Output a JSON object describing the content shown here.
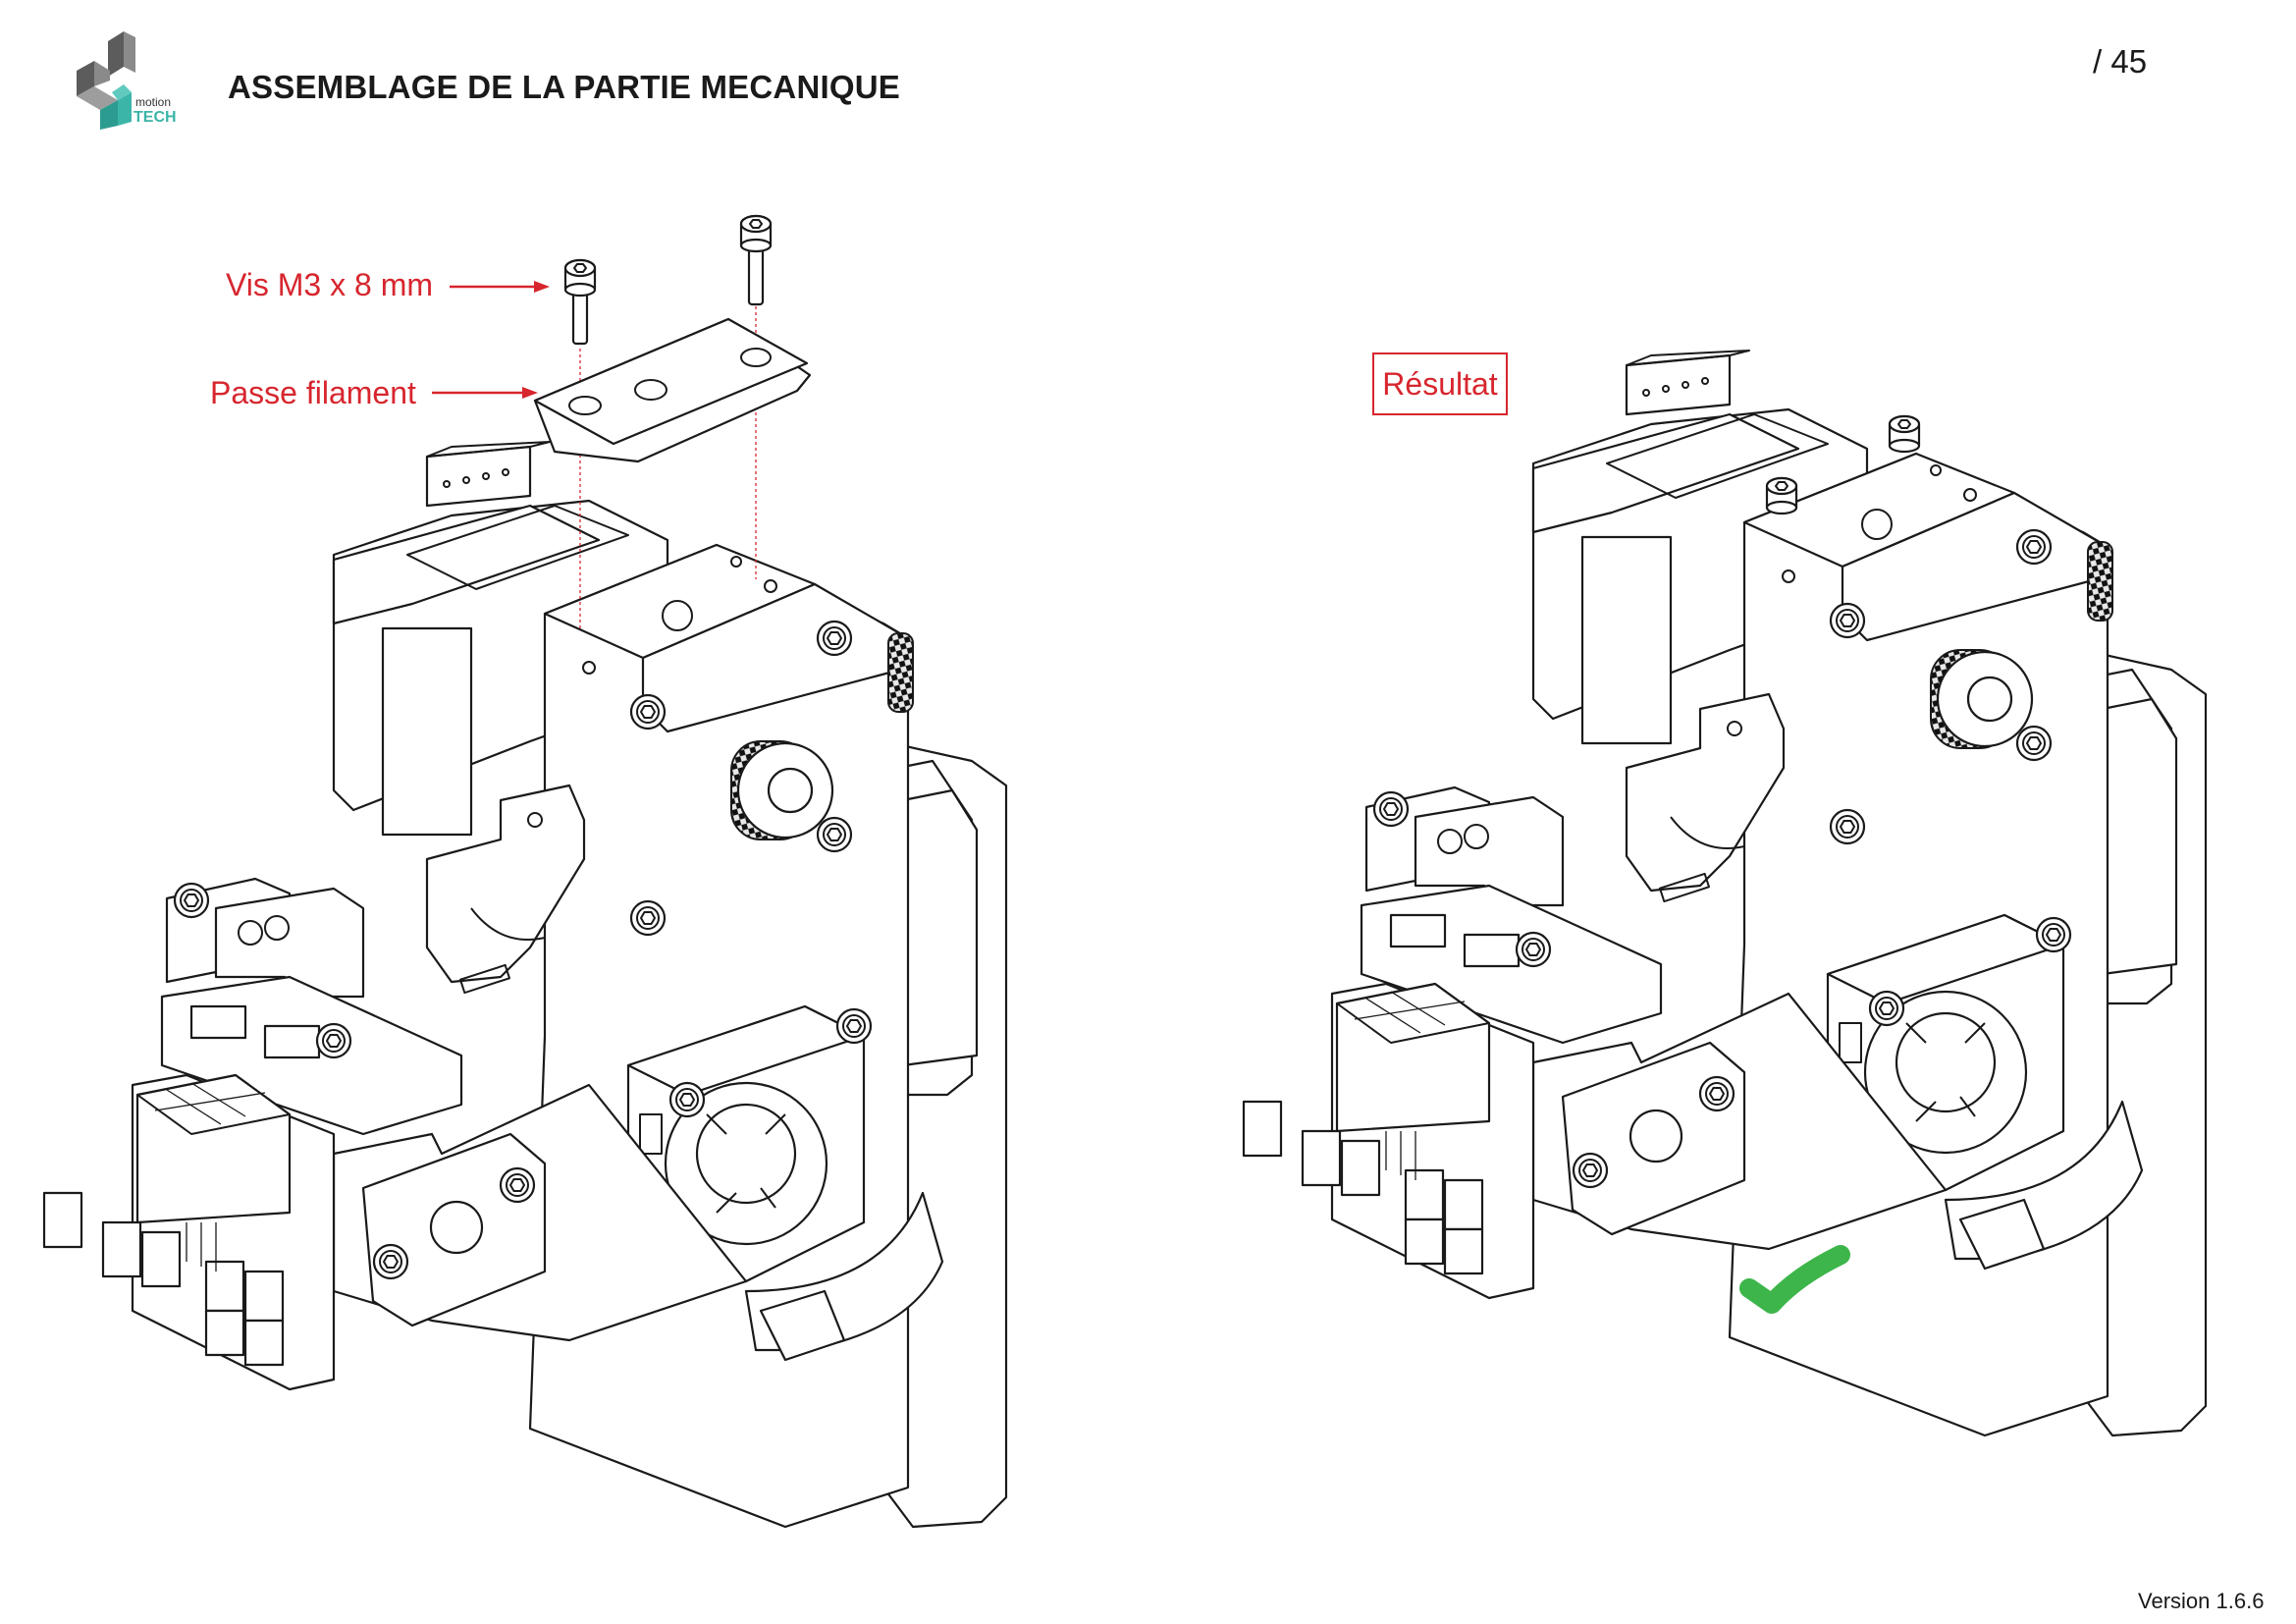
{
  "header": {
    "title": "ASSEMBLAGE DE LA PARTIE MECANIQUE",
    "page_number": "/ 45",
    "logo": {
      "icon": "emotion-tech-logo-icon",
      "text_top": "motion",
      "text_bottom": "TECH",
      "accent_color": "#3bb5a8",
      "gray_color": "#7b7b7b"
    }
  },
  "step_illustration": {
    "labels": {
      "screw": "Vis M3 x 8 mm",
      "filament_guide": "Passe filament"
    },
    "label_color": "#d7262e",
    "result_label": "Résultat",
    "check_icon": "checkmark-icon",
    "check_color": "#3db54a"
  },
  "footer": {
    "version": "Version 1.6.6"
  }
}
